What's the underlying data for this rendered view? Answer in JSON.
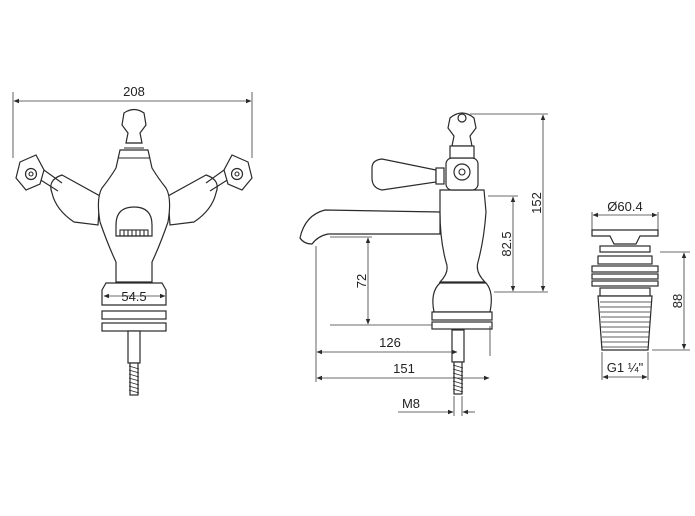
{
  "dimensions": {
    "front_width": "208",
    "base_diameter": "54.5",
    "side_height": "152",
    "spout_height": "82.5",
    "spout_clearance": "72",
    "spout_reach": "126",
    "overall_depth": "151",
    "thread_size": "M8",
    "waste_diameter": "Ø60.4",
    "waste_height": "88",
    "waste_thread": "G1 ¼\""
  }
}
